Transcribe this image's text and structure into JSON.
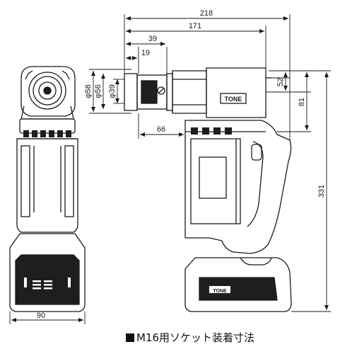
{
  "dimensions": {
    "overall_length": "218",
    "head_to_handle": "171",
    "socket_length": "39",
    "socket_shallow": "19",
    "diameter_outer": "φ58",
    "diameter_mid": "φ56",
    "diameter_inner": "φ39",
    "head_height": "52",
    "axis_height": "81",
    "overall_height": "331",
    "socket_reach": "66",
    "width": "90"
  },
  "brand_mark": "TONE",
  "caption": "M16用ソケット装着寸法",
  "colors": {
    "line": "#1a1a1a",
    "body_fill": "#ffffff",
    "dark_fill": "#1e1e1e"
  }
}
